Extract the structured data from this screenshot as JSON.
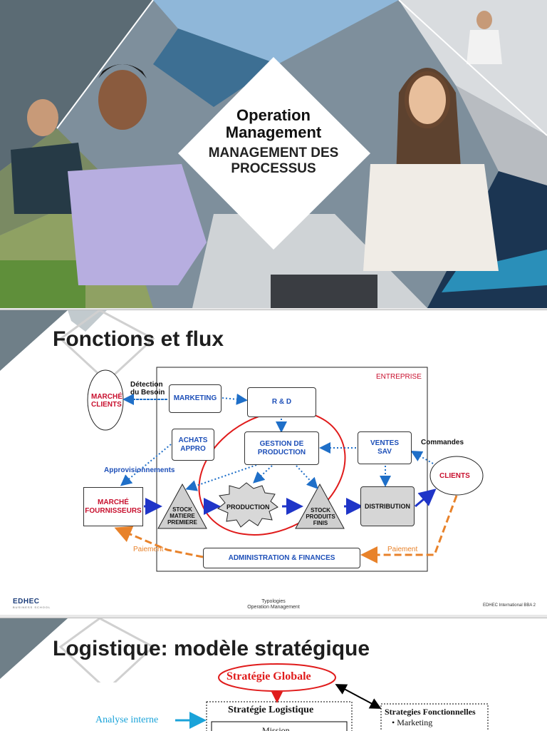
{
  "slide1": {
    "title_line1": "Operation",
    "title_line2": "Management",
    "subtitle_line1": "MANAGEMENT DES",
    "subtitle_line2": "PROCESSUS"
  },
  "slide2": {
    "title": "Fonctions et flux",
    "entreprise": "ENTREPRISE",
    "marche_clients": [
      "MARCHÉ",
      "CLIENTS"
    ],
    "detection": [
      "Détection",
      "du Besoin"
    ],
    "marketing": "MARKETING",
    "rd": "R & D",
    "achats": [
      "ACHATS",
      "APPRO"
    ],
    "gestion": [
      "GESTION DE",
      "PRODUCTION"
    ],
    "ventes": [
      "VENTES",
      "SAV"
    ],
    "commandes": "Commandes",
    "clients": "CLIENTS",
    "approvisionnements": "Approvisionnements",
    "marche_fournisseurs": [
      "MARCHÉ",
      "FOURNISSEURS"
    ],
    "stock_mp": [
      "STOCK",
      "MATIERE",
      "PREMIERE"
    ],
    "production": "PRODUCTION",
    "stock_pf": [
      "STOCK",
      "PRODUITS",
      "FINIS"
    ],
    "distribution": "DISTRIBUTION",
    "paiement_left": "Paiement",
    "paiement_right": "Paiement",
    "administration": "ADMINISTRATION & FINANCES"
  },
  "footer": {
    "logo": "EDHEC",
    "logo_sub": "BUSINESS SCHOOL",
    "center_line1": "Typologies",
    "center_line2": "Operation Management",
    "right": "EDHEC International BBA 2"
  },
  "slide3": {
    "title": "Logistique: modèle stratégique",
    "strategie_globale": "Stratégie Globale",
    "strategie_logistique": "Stratégie Logistique",
    "analyse_interne": "Analyse interne",
    "mission": "Mission",
    "strategies_fonctionnelles": "Strategies Fonctionnelles",
    "marketing_item": "• Marketing"
  },
  "colors": {
    "blue_text": "#1d4fb8",
    "red_text": "#c8102e",
    "orange_flow": "#e8822a",
    "flow_blue": "#1f35c8"
  }
}
